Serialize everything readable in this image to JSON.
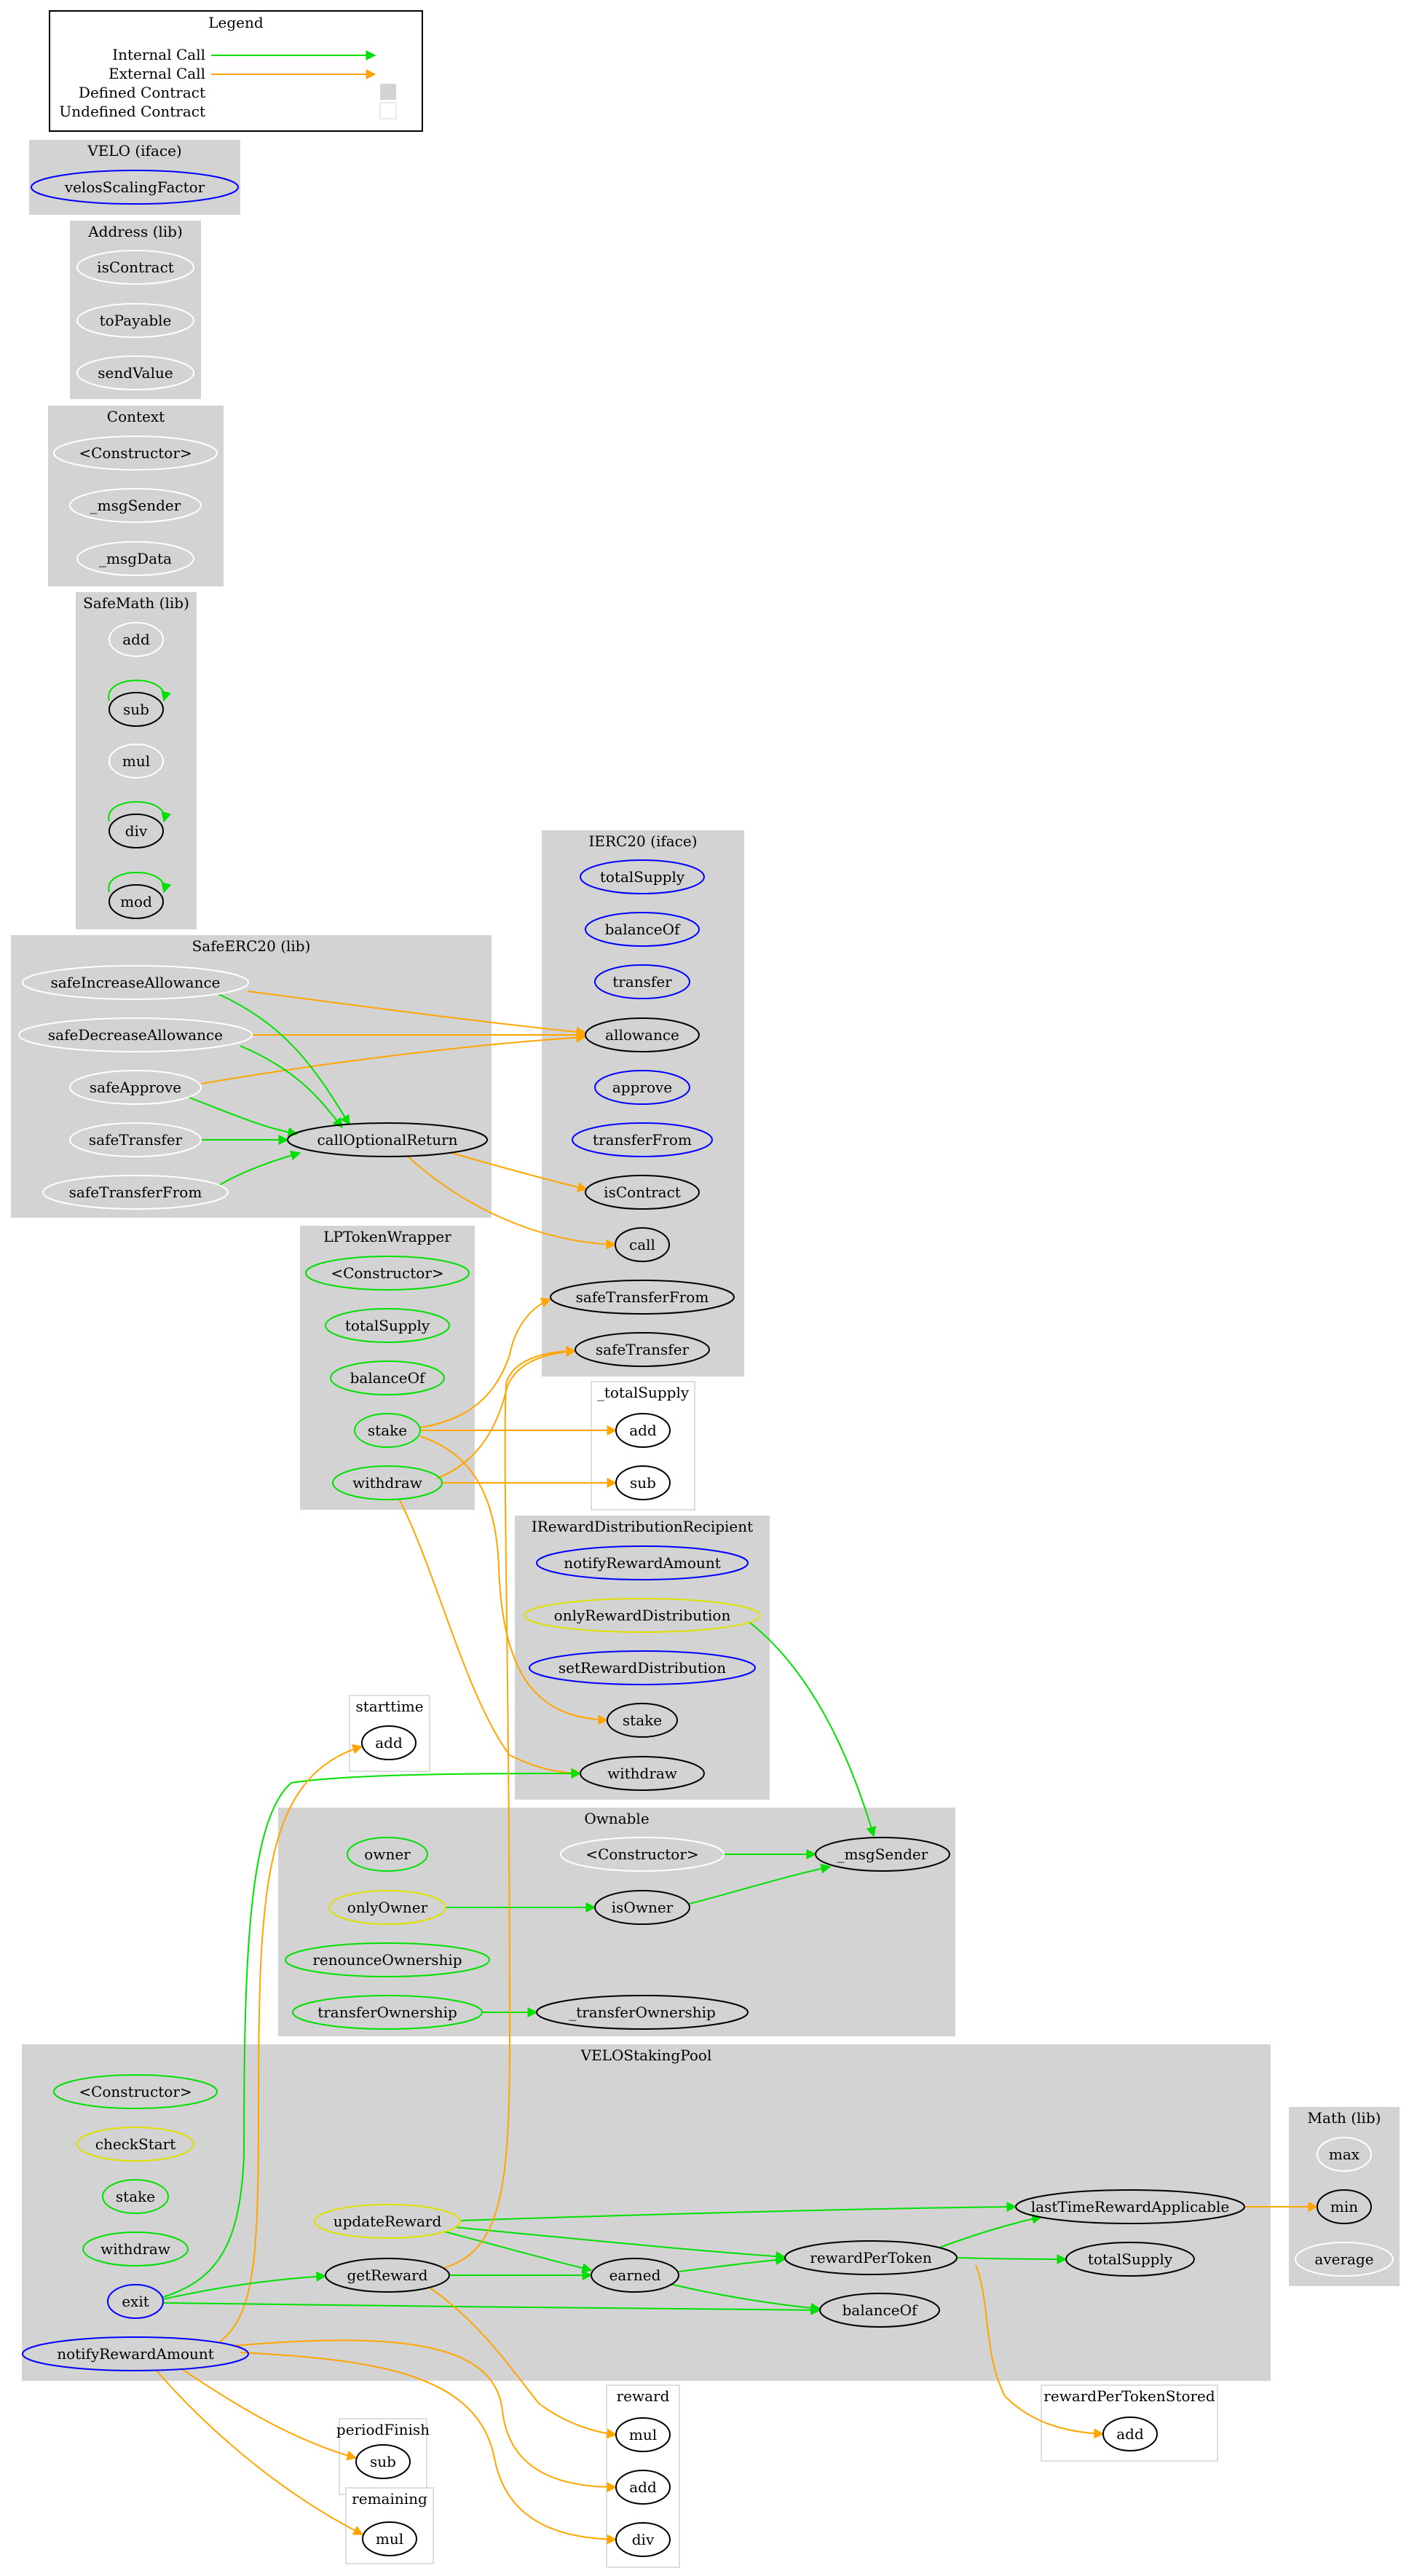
{
  "legend": {
    "title": "Legend",
    "items": [
      {
        "label": "Internal Call",
        "kind": "internal"
      },
      {
        "label": "External Call",
        "kind": "external"
      },
      {
        "label": "Defined Contract",
        "kind": "defined"
      },
      {
        "label": "Undefined Contract",
        "kind": "undefined"
      }
    ]
  },
  "colors": {
    "internal_call": "#00e000",
    "external_call": "#ffa500",
    "defined_contract": "#d3d3d3",
    "public_function": "#00e000",
    "interface_function": "#0000ff",
    "modifier": "#e0e000",
    "unused_function": "#ffffff",
    "defined_node": "#000000"
  },
  "clusters": [
    {
      "id": "velo",
      "label": "VELO  (iface)",
      "defined": true
    },
    {
      "id": "address",
      "label": "Address  (lib)",
      "defined": true
    },
    {
      "id": "context",
      "label": "Context",
      "defined": true
    },
    {
      "id": "safemath",
      "label": "SafeMath  (lib)",
      "defined": true
    },
    {
      "id": "ierc20",
      "label": "IERC20  (iface)",
      "defined": true
    },
    {
      "id": "safeerc20",
      "label": "SafeERC20  (lib)",
      "defined": true
    },
    {
      "id": "lptokenwrapper",
      "label": "LPTokenWrapper",
      "defined": true
    },
    {
      "id": "totalsupply_v",
      "label": "_totalSupply",
      "defined": false
    },
    {
      "id": "irdr",
      "label": "IRewardDistributionRecipient",
      "defined": true
    },
    {
      "id": "starttime",
      "label": "starttime",
      "defined": false
    },
    {
      "id": "ownable",
      "label": "Ownable",
      "defined": true
    },
    {
      "id": "velostakingpool",
      "label": "VELOStakingPool",
      "defined": true
    },
    {
      "id": "math",
      "label": "Math  (lib)",
      "defined": true
    },
    {
      "id": "reward",
      "label": "reward",
      "defined": false
    },
    {
      "id": "rptstored",
      "label": "rewardPerTokenStored",
      "defined": false
    },
    {
      "id": "periodfinish",
      "label": "periodFinish",
      "defined": false
    },
    {
      "id": "remaining",
      "label": "remaining",
      "defined": false
    }
  ],
  "nodes": [
    {
      "id": "velo_vsf",
      "label": "velosScalingFactor",
      "style": "interface"
    },
    {
      "id": "addr_isContract",
      "label": "isContract",
      "style": "unused"
    },
    {
      "id": "addr_toPayable",
      "label": "toPayable",
      "style": "unused"
    },
    {
      "id": "addr_sendValue",
      "label": "sendValue",
      "style": "unused"
    },
    {
      "id": "ctx_ctor",
      "label": "<Constructor>",
      "style": "unused"
    },
    {
      "id": "ctx_msgSender",
      "label": "_msgSender",
      "style": "unused"
    },
    {
      "id": "ctx_msgData",
      "label": "_msgData",
      "style": "unused"
    },
    {
      "id": "sm_add",
      "label": "add",
      "style": "unused"
    },
    {
      "id": "sm_sub",
      "label": "sub",
      "style": "defined"
    },
    {
      "id": "sm_mul",
      "label": "mul",
      "style": "unused"
    },
    {
      "id": "sm_div",
      "label": "div",
      "style": "defined"
    },
    {
      "id": "sm_mod",
      "label": "mod",
      "style": "defined"
    },
    {
      "id": "ierc_totalSupply",
      "label": "totalSupply",
      "style": "interface"
    },
    {
      "id": "ierc_balanceOf",
      "label": "balanceOf",
      "style": "interface"
    },
    {
      "id": "ierc_transfer",
      "label": "transfer",
      "style": "interface"
    },
    {
      "id": "ierc_allowance",
      "label": "allowance",
      "style": "defined"
    },
    {
      "id": "ierc_approve",
      "label": "approve",
      "style": "interface"
    },
    {
      "id": "ierc_transferFrom",
      "label": "transferFrom",
      "style": "interface"
    },
    {
      "id": "ierc_isContract",
      "label": "isContract",
      "style": "defined"
    },
    {
      "id": "ierc_call",
      "label": "call",
      "style": "defined"
    },
    {
      "id": "ierc_safeTransferFrom",
      "label": "safeTransferFrom",
      "style": "defined"
    },
    {
      "id": "ierc_safeTransfer",
      "label": "safeTransfer",
      "style": "defined"
    },
    {
      "id": "se_sia",
      "label": "safeIncreaseAllowance",
      "style": "unused"
    },
    {
      "id": "se_sda",
      "label": "safeDecreaseAllowance",
      "style": "unused"
    },
    {
      "id": "se_sa",
      "label": "safeApprove",
      "style": "unused"
    },
    {
      "id": "se_st",
      "label": "safeTransfer",
      "style": "unused"
    },
    {
      "id": "se_stf",
      "label": "safeTransferFrom",
      "style": "unused"
    },
    {
      "id": "se_cor",
      "label": "callOptionalReturn",
      "style": "defined"
    },
    {
      "id": "lp_ctor",
      "label": "<Constructor>",
      "style": "public"
    },
    {
      "id": "lp_totalSupply",
      "label": "totalSupply",
      "style": "public"
    },
    {
      "id": "lp_balanceOf",
      "label": "balanceOf",
      "style": "public"
    },
    {
      "id": "lp_stake",
      "label": "stake",
      "style": "public"
    },
    {
      "id": "lp_withdraw",
      "label": "withdraw",
      "style": "public"
    },
    {
      "id": "ts_add",
      "label": "add",
      "style": "defined"
    },
    {
      "id": "ts_sub",
      "label": "sub",
      "style": "defined"
    },
    {
      "id": "ir_nra",
      "label": "notifyRewardAmount",
      "style": "interface"
    },
    {
      "id": "ir_ord",
      "label": "onlyRewardDistribution",
      "style": "modifier"
    },
    {
      "id": "ir_srd",
      "label": "setRewardDistribution",
      "style": "interface"
    },
    {
      "id": "ir_stake",
      "label": "stake",
      "style": "defined"
    },
    {
      "id": "ir_withdraw",
      "label": "withdraw",
      "style": "defined"
    },
    {
      "id": "st_add",
      "label": "add",
      "style": "defined"
    },
    {
      "id": "ow_owner",
      "label": "owner",
      "style": "public"
    },
    {
      "id": "ow_ctor",
      "label": "<Constructor>",
      "style": "unused"
    },
    {
      "id": "ow_msgSender",
      "label": "_msgSender",
      "style": "defined"
    },
    {
      "id": "ow_onlyOwner",
      "label": "onlyOwner",
      "style": "modifier"
    },
    {
      "id": "ow_isOwner",
      "label": "isOwner",
      "style": "defined"
    },
    {
      "id": "ow_renounce",
      "label": "renounceOwnership",
      "style": "public"
    },
    {
      "id": "ow_transferOwnership",
      "label": "transferOwnership",
      "style": "public"
    },
    {
      "id": "ow_transferOwnershipInt",
      "label": "_transferOwnership",
      "style": "defined"
    },
    {
      "id": "vp_ctor",
      "label": "<Constructor>",
      "style": "public"
    },
    {
      "id": "vp_checkStart",
      "label": "checkStart",
      "style": "modifier"
    },
    {
      "id": "vp_stake",
      "label": "stake",
      "style": "public"
    },
    {
      "id": "vp_withdraw",
      "label": "withdraw",
      "style": "public"
    },
    {
      "id": "vp_exit",
      "label": "exit",
      "style": "interface"
    },
    {
      "id": "vp_nra",
      "label": "notifyRewardAmount",
      "style": "interface"
    },
    {
      "id": "vp_updateReward",
      "label": "updateReward",
      "style": "modifier"
    },
    {
      "id": "vp_getReward",
      "label": "getReward",
      "style": "defined"
    },
    {
      "id": "vp_earned",
      "label": "earned",
      "style": "defined"
    },
    {
      "id": "vp_rpt",
      "label": "rewardPerToken",
      "style": "defined"
    },
    {
      "id": "vp_ltra",
      "label": "lastTimeRewardApplicable",
      "style": "defined"
    },
    {
      "id": "vp_totalSupply",
      "label": "totalSupply",
      "style": "defined"
    },
    {
      "id": "vp_balanceOf",
      "label": "balanceOf",
      "style": "defined"
    },
    {
      "id": "math_max",
      "label": "max",
      "style": "unused"
    },
    {
      "id": "math_min",
      "label": "min",
      "style": "defined"
    },
    {
      "id": "math_average",
      "label": "average",
      "style": "unused"
    },
    {
      "id": "rw_mul",
      "label": "mul",
      "style": "defined"
    },
    {
      "id": "rw_add",
      "label": "add",
      "style": "defined"
    },
    {
      "id": "rw_div",
      "label": "div",
      "style": "defined"
    },
    {
      "id": "rpts_add",
      "label": "add",
      "style": "defined"
    },
    {
      "id": "pf_sub",
      "label": "sub",
      "style": "defined"
    },
    {
      "id": "rem_mul",
      "label": "mul",
      "style": "defined"
    }
  ],
  "edges": [
    {
      "from": "sm_sub",
      "to": "sm_sub",
      "type": "internal"
    },
    {
      "from": "sm_div",
      "to": "sm_div",
      "type": "internal"
    },
    {
      "from": "sm_mod",
      "to": "sm_mod",
      "type": "internal"
    },
    {
      "from": "se_sia",
      "to": "ierc_allowance",
      "type": "external"
    },
    {
      "from": "se_sda",
      "to": "ierc_allowance",
      "type": "external"
    },
    {
      "from": "se_sa",
      "to": "ierc_allowance",
      "type": "external"
    },
    {
      "from": "se_sia",
      "to": "se_cor",
      "type": "internal"
    },
    {
      "from": "se_sda",
      "to": "se_cor",
      "type": "internal"
    },
    {
      "from": "se_sa",
      "to": "se_cor",
      "type": "internal"
    },
    {
      "from": "se_st",
      "to": "se_cor",
      "type": "internal"
    },
    {
      "from": "se_stf",
      "to": "se_cor",
      "type": "internal"
    },
    {
      "from": "se_cor",
      "to": "ierc_isContract",
      "type": "external"
    },
    {
      "from": "se_cor",
      "to": "ierc_call",
      "type": "external"
    },
    {
      "from": "lp_stake",
      "to": "ierc_safeTransferFrom",
      "type": "external"
    },
    {
      "from": "lp_withdraw",
      "to": "ierc_safeTransfer",
      "type": "external"
    },
    {
      "from": "lp_stake",
      "to": "ts_add",
      "type": "external"
    },
    {
      "from": "lp_withdraw",
      "to": "ts_sub",
      "type": "external"
    },
    {
      "from": "lp_stake",
      "to": "ir_stake",
      "type": "external"
    },
    {
      "from": "lp_withdraw",
      "to": "ir_withdraw",
      "type": "external"
    },
    {
      "from": "ir_ord",
      "to": "ow_msgSender",
      "type": "internal"
    },
    {
      "from": "ow_ctor",
      "to": "ow_msgSender",
      "type": "internal"
    },
    {
      "from": "ow_isOwner",
      "to": "ow_msgSender",
      "type": "internal"
    },
    {
      "from": "ow_onlyOwner",
      "to": "ow_isOwner",
      "type": "internal"
    },
    {
      "from": "ow_transferOwnership",
      "to": "ow_transferOwnershipInt",
      "type": "internal"
    },
    {
      "from": "vp_exit",
      "to": "ir_withdraw",
      "type": "internal"
    },
    {
      "from": "vp_nra",
      "to": "st_add",
      "type": "external"
    },
    {
      "from": "vp_exit",
      "to": "vp_getReward",
      "type": "internal"
    },
    {
      "from": "vp_exit",
      "to": "vp_balanceOf",
      "type": "internal"
    },
    {
      "from": "vp_updateReward",
      "to": "vp_ltra",
      "type": "internal"
    },
    {
      "from": "vp_updateReward",
      "to": "vp_rpt",
      "type": "internal"
    },
    {
      "from": "vp_updateReward",
      "to": "vp_earned",
      "type": "internal"
    },
    {
      "from": "vp_getReward",
      "to": "vp_earned",
      "type": "internal"
    },
    {
      "from": "vp_getReward",
      "to": "ierc_safeTransfer",
      "type": "external"
    },
    {
      "from": "vp_earned",
      "to": "vp_rpt",
      "type": "internal"
    },
    {
      "from": "vp_earned",
      "to": "vp_balanceOf",
      "type": "internal"
    },
    {
      "from": "vp_rpt",
      "to": "vp_ltra",
      "type": "internal"
    },
    {
      "from": "vp_rpt",
      "to": "vp_totalSupply",
      "type": "internal"
    },
    {
      "from": "vp_ltra",
      "to": "math_min",
      "type": "external"
    },
    {
      "from": "vp_rpt",
      "to": "rpts_add",
      "type": "external"
    },
    {
      "from": "vp_getReward",
      "to": "rw_mul",
      "type": "external"
    },
    {
      "from": "vp_nra",
      "to": "rw_add",
      "type": "external"
    },
    {
      "from": "vp_nra",
      "to": "rw_div",
      "type": "external"
    },
    {
      "from": "vp_nra",
      "to": "pf_sub",
      "type": "external"
    },
    {
      "from": "vp_nra",
      "to": "rem_mul",
      "type": "external"
    }
  ]
}
